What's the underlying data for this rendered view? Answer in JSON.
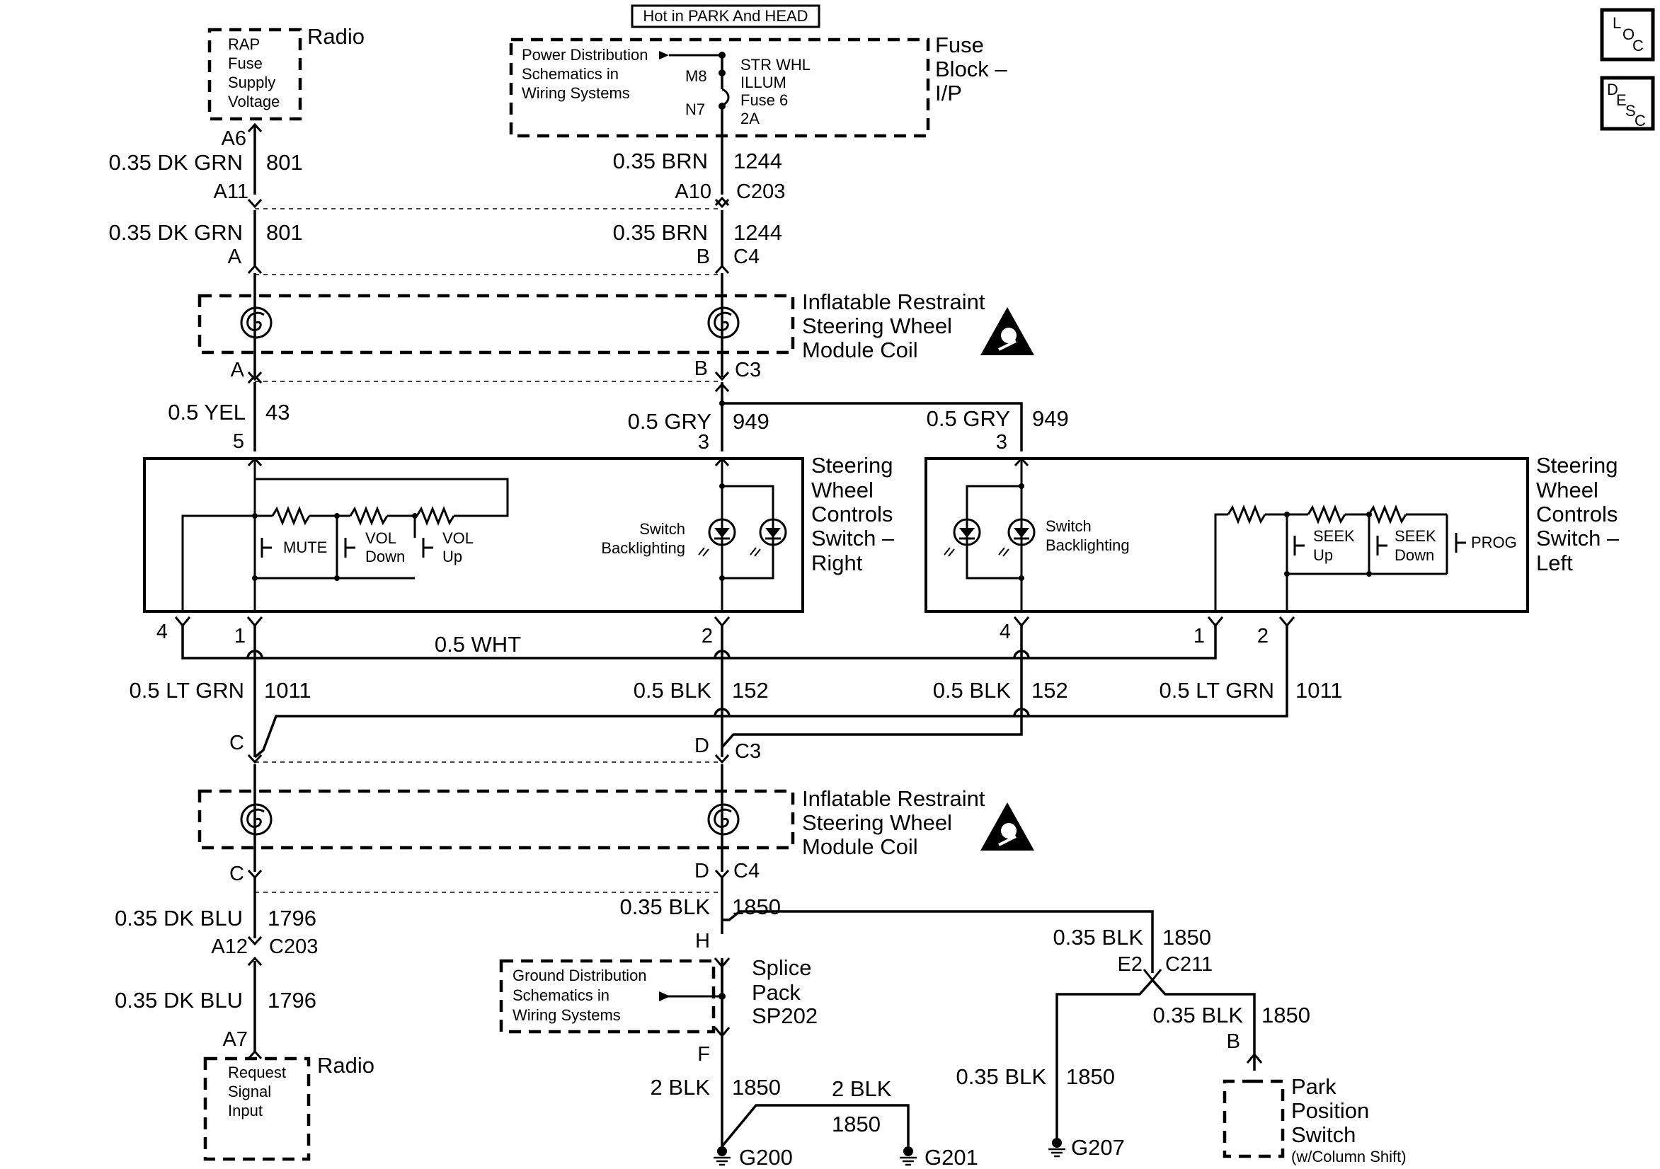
{
  "top_note": "Hot in PARK And HEAD",
  "side_buttons": [
    {
      "letters": [
        "L",
        "O",
        "C"
      ]
    },
    {
      "letters": [
        "D",
        "E",
        "S",
        "C"
      ]
    }
  ],
  "radio_top": {
    "name": "Radio",
    "lines": [
      "RAP",
      "Fuse",
      "Supply",
      "Voltage"
    ]
  },
  "radio_bottom": {
    "name": "Radio",
    "lines": [
      "Request",
      "Signal",
      "Input"
    ]
  },
  "fuse_block": {
    "name_lines": [
      "Fuse",
      "Block –",
      "I/P"
    ],
    "ref_lines": [
      "Power Distribution",
      "Schematics in",
      "Wiring Systems"
    ],
    "pin_in": "M8",
    "pin_out": "N7",
    "fuse_lines": [
      "STR WHL",
      "ILLUM",
      "Fuse 6",
      "2A"
    ]
  },
  "coil_name_lines": [
    "Inflatable Restraint",
    "Steering Wheel",
    "Module Coil"
  ],
  "switch_right": {
    "name_lines": [
      "Steering",
      "Wheel",
      "Controls",
      "Switch –",
      "Right"
    ],
    "buttons": {
      "mute": "MUTE",
      "vol_down": [
        "VOL",
        "Down"
      ],
      "vol_up": [
        "VOL",
        "Up"
      ]
    },
    "backlight": [
      "Switch",
      "Backlighting"
    ]
  },
  "switch_left": {
    "name_lines": [
      "Steering",
      "Wheel",
      "Controls",
      "Switch –",
      "Left"
    ],
    "buttons": {
      "seek_up": [
        "SEEK",
        "Up"
      ],
      "seek_down": [
        "SEEK",
        "Down"
      ],
      "prog": "PROG"
    },
    "backlight": [
      "Switch",
      "Backlighting"
    ]
  },
  "splice": {
    "name_lines": [
      "Splice",
      "Pack",
      "SP202"
    ],
    "ref_lines": [
      "Ground Distribution",
      "Schematics in",
      "Wiring Systems"
    ]
  },
  "park_switch": {
    "name_lines": [
      "Park",
      "Position",
      "Switch"
    ],
    "note": "(w/Column Shift)"
  },
  "wires": {
    "dkgrn": "0.35 DK GRN",
    "c801": "801",
    "brn": "0.35 BRN",
    "c1244": "1244",
    "yel": "0.5 YEL",
    "c43": "43",
    "gry": "0.5 GRY",
    "c949": "949",
    "wht": "0.5 WHT",
    "ltgrn": "0.5 LT GRN",
    "c1011": "1011",
    "blk05": "0.5 BLK",
    "c152": "152",
    "dkblu": "0.35 DK BLU",
    "c1796": "1796",
    "blk035": "0.35 BLK",
    "c1850": "1850",
    "blk2": "2 BLK"
  },
  "connectors": {
    "A6": "A6",
    "A11": "A11",
    "A10": "A10",
    "C203": "C203",
    "A": "A",
    "B": "B",
    "C4": "C4",
    "C3": "C3",
    "n5": "5",
    "n3": "3",
    "n4": "4",
    "n1": "1",
    "n2": "2",
    "C": "C",
    "D": "D",
    "A12": "A12",
    "A7": "A7",
    "H": "H",
    "F": "F",
    "E2": "E2",
    "C211": "C211"
  },
  "grounds": {
    "g200": "G200",
    "g201": "G201",
    "g207": "G207"
  }
}
